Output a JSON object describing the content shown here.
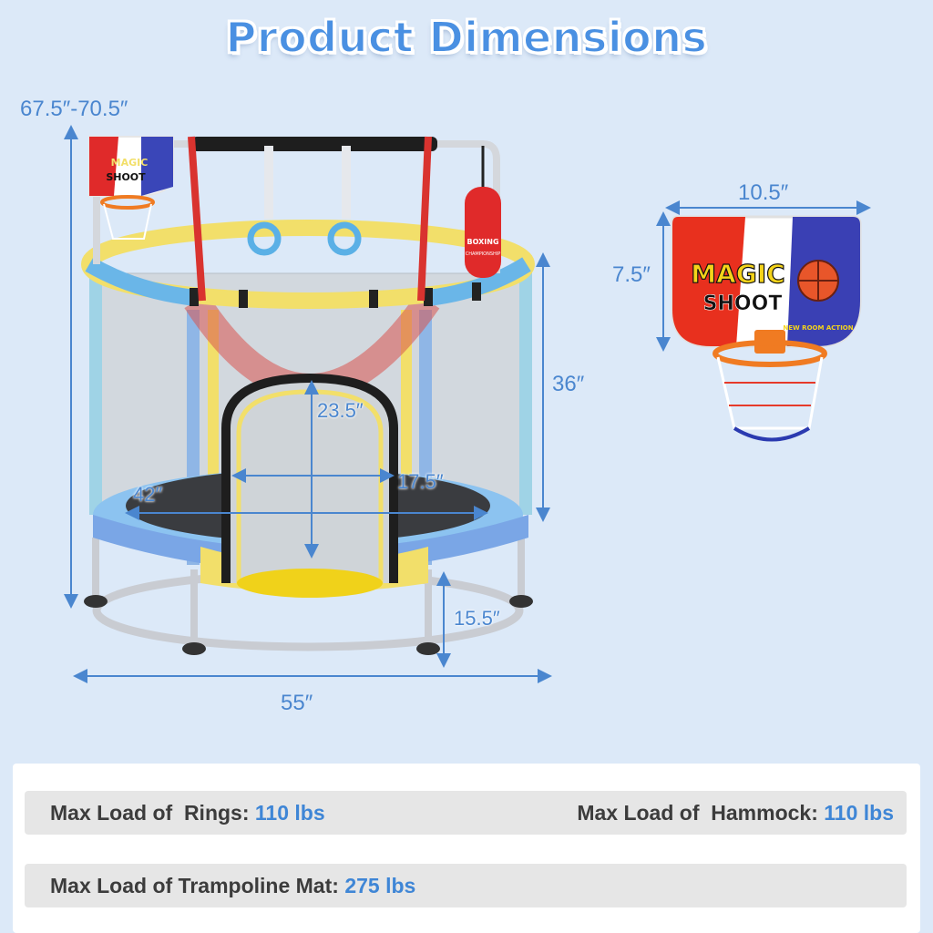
{
  "title": "Product Dimensions",
  "dimensions": {
    "total_height": "67.5″-70.5″",
    "enclosure_height": "36″",
    "door_height": "23.5″",
    "door_width": "17.5″",
    "mat_diameter": "42″",
    "leg_height": "15.5″",
    "overall_width": "55″",
    "hoop_width": "10.5″",
    "hoop_height": "7.5″"
  },
  "backboard": {
    "line1": "MAGIC",
    "line2": "SHOOT",
    "badge": "NEW ROOM ACTION"
  },
  "boxing_bag": {
    "text": "BOXING",
    "subtext": "CHAMPIONSHIP"
  },
  "specs": {
    "rings_label": "Max Load of  Rings: ",
    "rings_value": "110 lbs",
    "hammock_label": "Max Load of  Hammock: ",
    "hammock_value": "110 lbs",
    "mat_label": "Max Load of Trampoline Mat: ",
    "mat_value": "275 lbs"
  },
  "colors": {
    "accent": "#4a86cf",
    "background": "#dce9f8"
  }
}
